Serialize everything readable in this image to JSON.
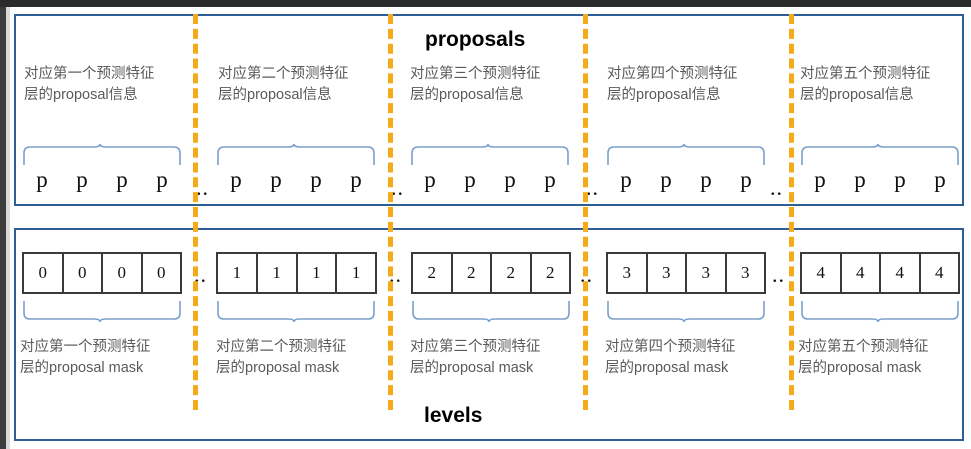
{
  "diagram": {
    "title_top": "proposals",
    "title_bottom": "levels",
    "ellipsis": "..",
    "colors": {
      "panel_border": "#2e5f94",
      "divider": "#f5ab19",
      "brace": "#7ba0c9",
      "caption_text": "#5a5a5a",
      "cell_border": "#3a3a3a"
    },
    "proposals_groups": [
      {
        "caption": "对应第一个预测特征\n层的proposal信息",
        "items": [
          "p",
          "p",
          "p",
          "p"
        ]
      },
      {
        "caption": "对应第二个预测特征\n层的proposal信息",
        "items": [
          "p",
          "p",
          "p",
          "p"
        ]
      },
      {
        "caption": "对应第三个预测特征\n层的proposal信息",
        "items": [
          "p",
          "p",
          "p",
          "p"
        ]
      },
      {
        "caption": "对应第四个预测特征\n层的proposal信息",
        "items": [
          "p",
          "p",
          "p",
          "p"
        ]
      },
      {
        "caption": "对应第五个预测特征\n层的proposal信息",
        "items": [
          "p",
          "p",
          "p",
          "p"
        ]
      }
    ],
    "levels_groups": [
      {
        "caption": "对应第一个预测特征\n层的proposal mask",
        "items": [
          "0",
          "0",
          "0",
          "0"
        ]
      },
      {
        "caption": "对应第二个预测特征\n层的proposal mask",
        "items": [
          "1",
          "1",
          "1",
          "1"
        ]
      },
      {
        "caption": "对应第三个预测特征\n层的proposal mask",
        "items": [
          "2",
          "2",
          "2",
          "2"
        ]
      },
      {
        "caption": "对应第四个预测特征\n层的proposal mask",
        "items": [
          "3",
          "3",
          "3",
          "3"
        ]
      },
      {
        "caption": "对应第五个预测特征\n层的proposal mask",
        "items": [
          "4",
          "4",
          "4",
          "4"
        ]
      }
    ]
  }
}
